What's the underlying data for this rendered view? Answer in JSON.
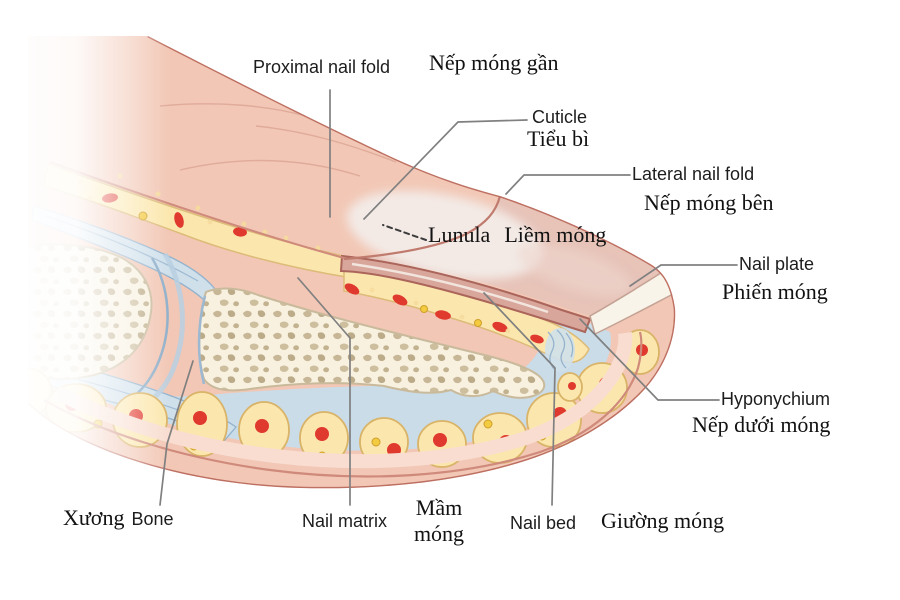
{
  "figure": {
    "description": "Cross-section diagram of a fingertip showing nail anatomy with English and Vietnamese labels"
  },
  "labels": {
    "proximal_nail_fold": {
      "en": "Proximal nail fold",
      "vi": "Nếp móng gần"
    },
    "cuticle": {
      "en": "Cuticle",
      "vi": "Tiểu bì"
    },
    "lateral_nail_fold": {
      "en": "Lateral nail fold",
      "vi": "Nếp móng bên"
    },
    "lunula": {
      "en": "Lunula",
      "vi": "Liềm móng"
    },
    "nail_plate": {
      "en": "Nail plate",
      "vi": "Phiến móng"
    },
    "hyponychium": {
      "en": "Hyponychium",
      "vi": "Nếp dưới móng"
    },
    "bone": {
      "en": "Bone",
      "vi": "Xương"
    },
    "nail_matrix": {
      "en": "Nail matrix",
      "vi": "Mầm móng"
    },
    "nail_bed": {
      "en": "Nail bed",
      "vi": "Giường móng"
    }
  },
  "palette": {
    "skin": "#f2c7b5",
    "skin_outline": "#bd6f61",
    "fat": "#fbe7ae",
    "fat_outline": "#d9b367",
    "bone": "#f8f1e0",
    "cartilage": "#b9cfe2",
    "nail_plate": "#e7c3b8",
    "lunula": "#f3eae6",
    "free_edge": "#f8f4ea",
    "vessel_red": "#e0392e",
    "vessel_yellow": "#f3cb41",
    "leader_line": "#808080",
    "text": "#1d1d1d"
  }
}
